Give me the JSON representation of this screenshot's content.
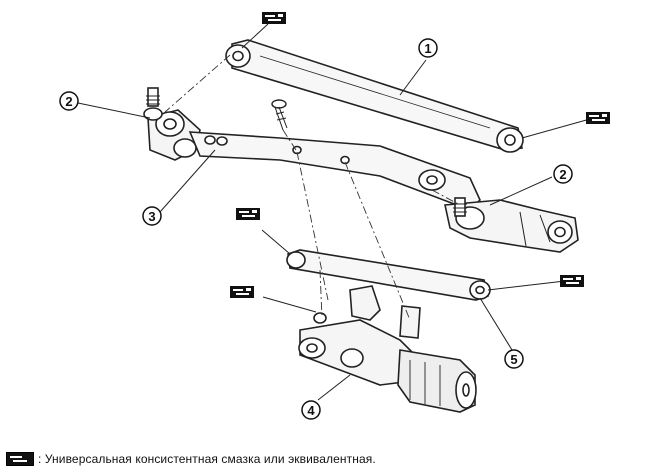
{
  "callouts": {
    "c1": "1",
    "c2a": "2",
    "c2b": "2",
    "c3": "3",
    "c4": "4",
    "c5": "5"
  },
  "legend": {
    "icon": "grease-symbol-icon",
    "text": ": Универсальная консистентная смазка или эквивалентная."
  },
  "colors": {
    "line": "#222222",
    "background": "#ffffff"
  }
}
